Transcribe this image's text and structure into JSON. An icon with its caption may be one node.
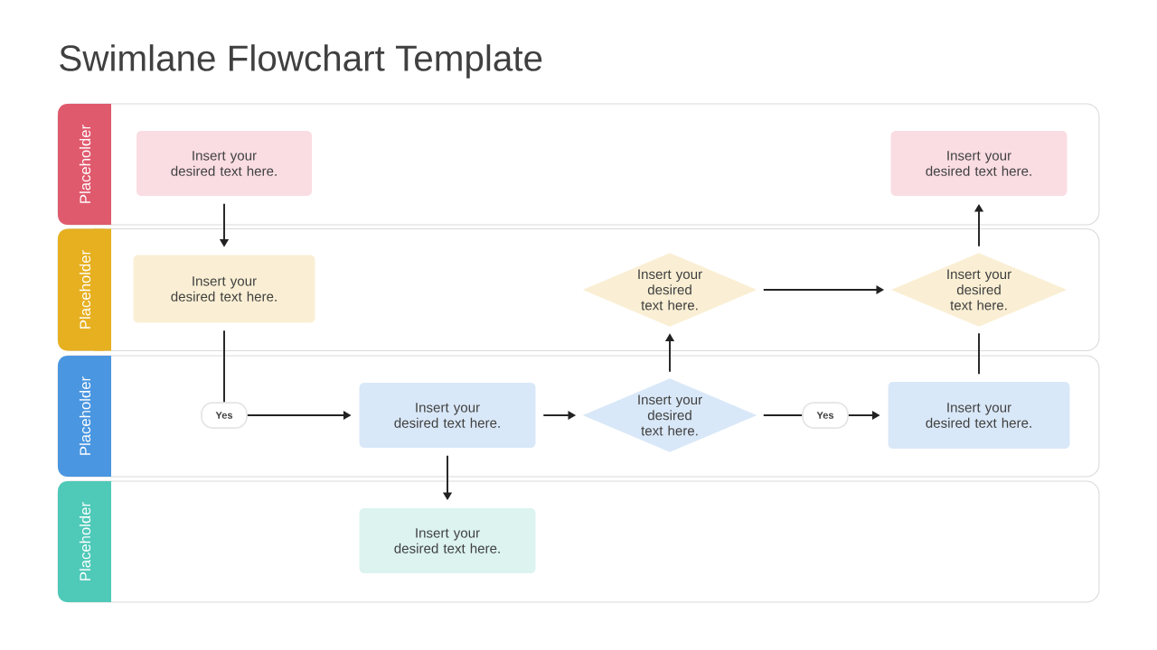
{
  "diagram": {
    "title": "Swimlane Flowchart Template",
    "nodes": [
      {
        "text": [
          "Placeholder"
        ]
      },
      {
        "text": [
          "Insert your desired text here."
        ],
        "in": 0
      },
      {
        "text": [
          "Insert your desired text here."
        ],
        "in": 0
      },
      {
        "text": [
          "Placeholder"
        ]
      },
      {
        "text": [
          "Insert your desired text here."
        ],
        "in": 3
      },
      {
        "text": [
          "Insert your desired text here."
        ],
        "in": 3
      },
      {
        "text": [
          "Insert your desired text here."
        ],
        "in": 3
      },
      {
        "text": [
          "Placeholder"
        ]
      },
      {
        "text": [
          "Yes"
        ],
        "in": 7
      },
      {
        "text": [
          "Insert your desired text here."
        ],
        "in": 7
      },
      {
        "text": [
          "Insert your desired text here."
        ],
        "in": 7
      },
      {
        "text": [
          "Yes"
        ],
        "in": 7
      },
      {
        "text": [
          "Insert your desired text here."
        ],
        "in": 7
      },
      {
        "text": [
          "Placeholder"
        ]
      },
      {
        "text": [
          "Insert your desired text here."
        ],
        "in": 13
      }
    ],
    "edges": [
      {
        "from": 1,
        "to": 4,
        "arrow": "to"
      },
      {
        "from": 4,
        "to": 8,
        "arrow": "none"
      },
      {
        "from": 8,
        "to": 9,
        "arrow": "to"
      },
      {
        "from": 9,
        "to": 10,
        "arrow": "to"
      },
      {
        "from": 9,
        "to": 14,
        "arrow": "to"
      },
      {
        "from": 10,
        "to": 5,
        "arrow": "to"
      },
      {
        "from": 10,
        "to": 11,
        "arrow": "none"
      },
      {
        "from": 11,
        "to": 12,
        "arrow": "to"
      },
      {
        "from": 5,
        "to": 6,
        "arrow": "to"
      },
      {
        "from": 12,
        "to": 6,
        "arrow": "none"
      },
      {
        "from": 6,
        "to": 2,
        "arrow": "to"
      }
    ]
  }
}
